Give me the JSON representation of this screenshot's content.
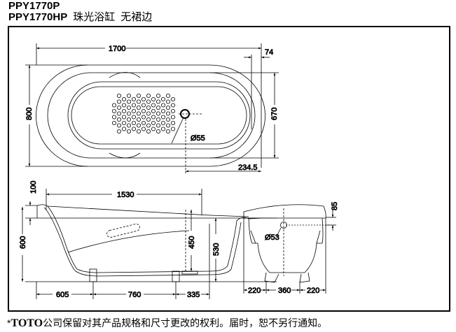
{
  "title": {
    "line1": "PPY1770P",
    "line2_model": "PPY1770HP",
    "line2_name": "珠光浴缸",
    "line2_type": "无裙边"
  },
  "top_view": {
    "length": "1700",
    "overflow_offset": "74",
    "width": "800",
    "inner_width": "670",
    "drain_offset": "234.5",
    "drain_dia": "Ø55"
  },
  "side_view": {
    "inner_length": "1530",
    "rim_rise": "100",
    "total_height": "600",
    "rim_height": "530",
    "water_depth": "450",
    "leg_a": "605",
    "leg_b": "760",
    "leg_c": "335"
  },
  "end_view": {
    "rim_thickness": "85",
    "overflow_dia": "Ø53",
    "left": "220",
    "center": "360",
    "right": "220"
  },
  "footnote": {
    "mark": "*",
    "brand": "TOTO",
    "text": "公司保留对其产品规格和尺寸更改的权利。届时，恕不另行通知。"
  }
}
